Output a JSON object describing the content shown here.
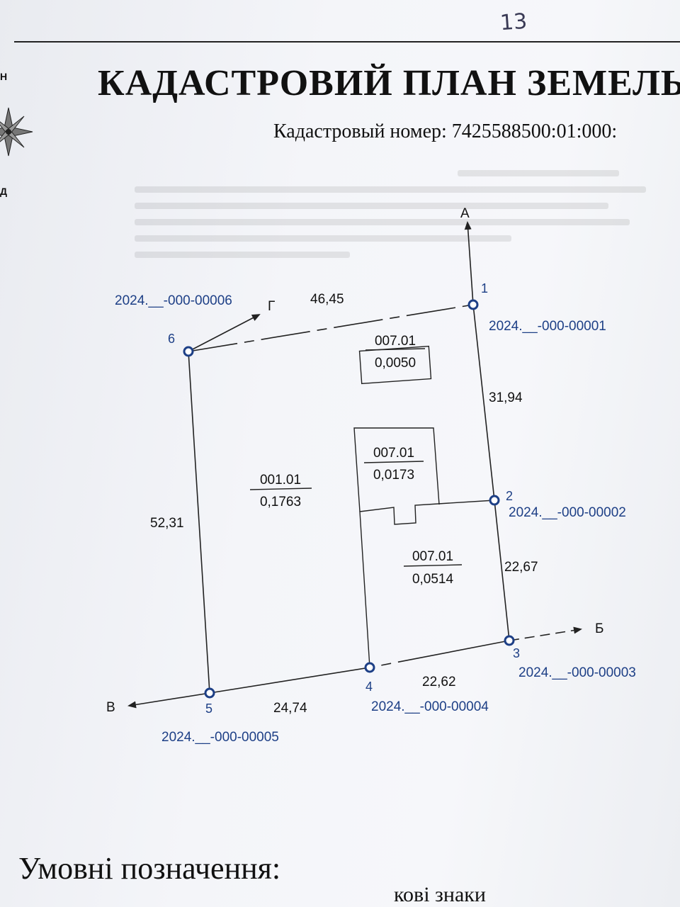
{
  "header": {
    "handwritten_page": "13",
    "title": "КАДАСТРОВИЙ ПЛАН ЗЕМЕЛЬ",
    "cadastral_number": "Кадастровый номер: 7425588500:01:000:",
    "left_edge_letters": [
      "Н",
      "Д"
    ]
  },
  "plan": {
    "line_color": "#222222",
    "point_color": "#1d3f86",
    "axes": [
      {
        "letter": "А"
      },
      {
        "letter": "Б"
      },
      {
        "letter": "В"
      },
      {
        "letter": "Г"
      }
    ],
    "points": [
      {
        "number": "1",
        "code": "2024.__-000-00001"
      },
      {
        "number": "2",
        "code": "2024.__-000-00002"
      },
      {
        "number": "3",
        "code": "2024.__-000-00003"
      },
      {
        "number": "4",
        "code": "2024.__-000-00004"
      },
      {
        "number": "5",
        "code": "2024.__-000-00005"
      },
      {
        "number": "6",
        "code": "2024.__-000-00006"
      }
    ],
    "segment_lengths": [
      {
        "from": "6",
        "to": "1",
        "value": "46,45"
      },
      {
        "from": "1",
        "to": "2",
        "value": "31,94"
      },
      {
        "from": "2",
        "to": "3",
        "value": "22,67"
      },
      {
        "from": "3",
        "to": "4",
        "value": "22,62"
      },
      {
        "from": "4",
        "to": "5",
        "value": "24,74"
      },
      {
        "from": "5",
        "to": "6",
        "value": "52,31"
      }
    ],
    "parcels": [
      {
        "code": "007.01",
        "area": "0,0050"
      },
      {
        "code": "001.01",
        "area": "0,1763"
      },
      {
        "code": "007.01",
        "area": "0,0173"
      },
      {
        "code": "007.01",
        "area": "0,0514"
      }
    ]
  },
  "legend": {
    "title": "Умовні позначення:",
    "first_item_fragment": "кові знаки"
  }
}
